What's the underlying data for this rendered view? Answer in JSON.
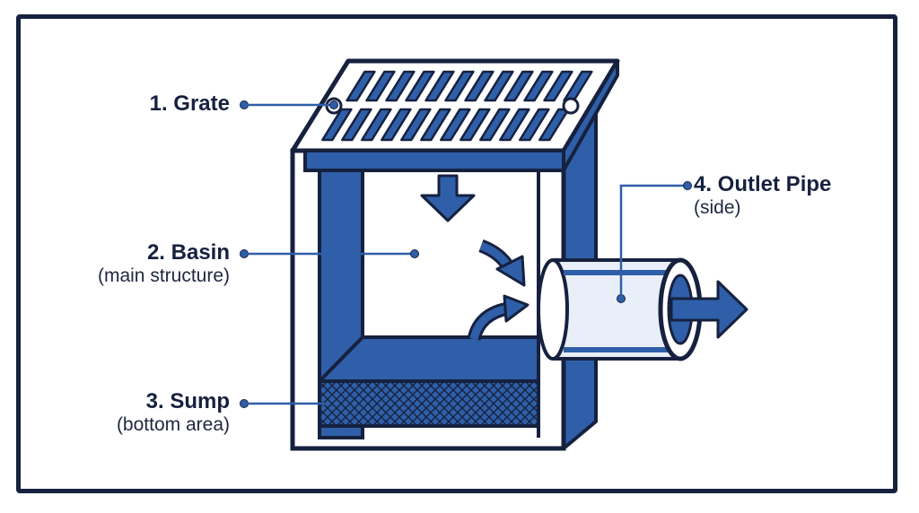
{
  "colors": {
    "navy": "#16213f",
    "blue": "#2f5fa8",
    "light": "#e9eff8",
    "white": "#ffffff"
  },
  "labels": {
    "grate": {
      "title": "1. Grate"
    },
    "basin": {
      "title": "2. Basin",
      "subtitle": "(main structure)"
    },
    "sump": {
      "title": "3. Sump",
      "subtitle": "(bottom area)"
    },
    "outlet": {
      "title": "4. Outlet Pipe",
      "subtitle": "(side)"
    }
  },
  "icons": [
    "down-arrow-icon",
    "inflow-arrow-icon",
    "outflow-arrow-icon"
  ]
}
